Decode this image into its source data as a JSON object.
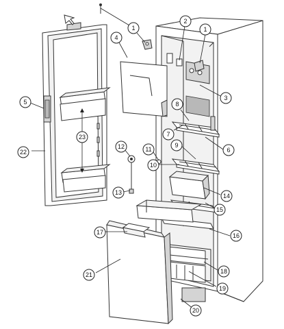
{
  "callouts": [
    {
      "id": "c1a",
      "label": "1"
    },
    {
      "id": "c1b",
      "label": "1"
    },
    {
      "id": "c2",
      "label": "2"
    },
    {
      "id": "c3",
      "label": "3"
    },
    {
      "id": "c4",
      "label": "4"
    },
    {
      "id": "c5",
      "label": "5"
    },
    {
      "id": "c6",
      "label": "6"
    },
    {
      "id": "c7",
      "label": "7"
    },
    {
      "id": "c8",
      "label": "8"
    },
    {
      "id": "c9",
      "label": "9"
    },
    {
      "id": "c10",
      "label": "10"
    },
    {
      "id": "c11",
      "label": "11"
    },
    {
      "id": "c12",
      "label": "12"
    },
    {
      "id": "c13",
      "label": "13"
    },
    {
      "id": "c14",
      "label": "14"
    },
    {
      "id": "c15",
      "label": "15"
    },
    {
      "id": "c16",
      "label": "16"
    },
    {
      "id": "c17",
      "label": "17"
    },
    {
      "id": "c18",
      "label": "18"
    },
    {
      "id": "c19",
      "label": "19"
    },
    {
      "id": "c20",
      "label": "20"
    },
    {
      "id": "c21",
      "label": "21"
    },
    {
      "id": "c22",
      "label": "22"
    },
    {
      "id": "c23",
      "label": "23"
    }
  ]
}
